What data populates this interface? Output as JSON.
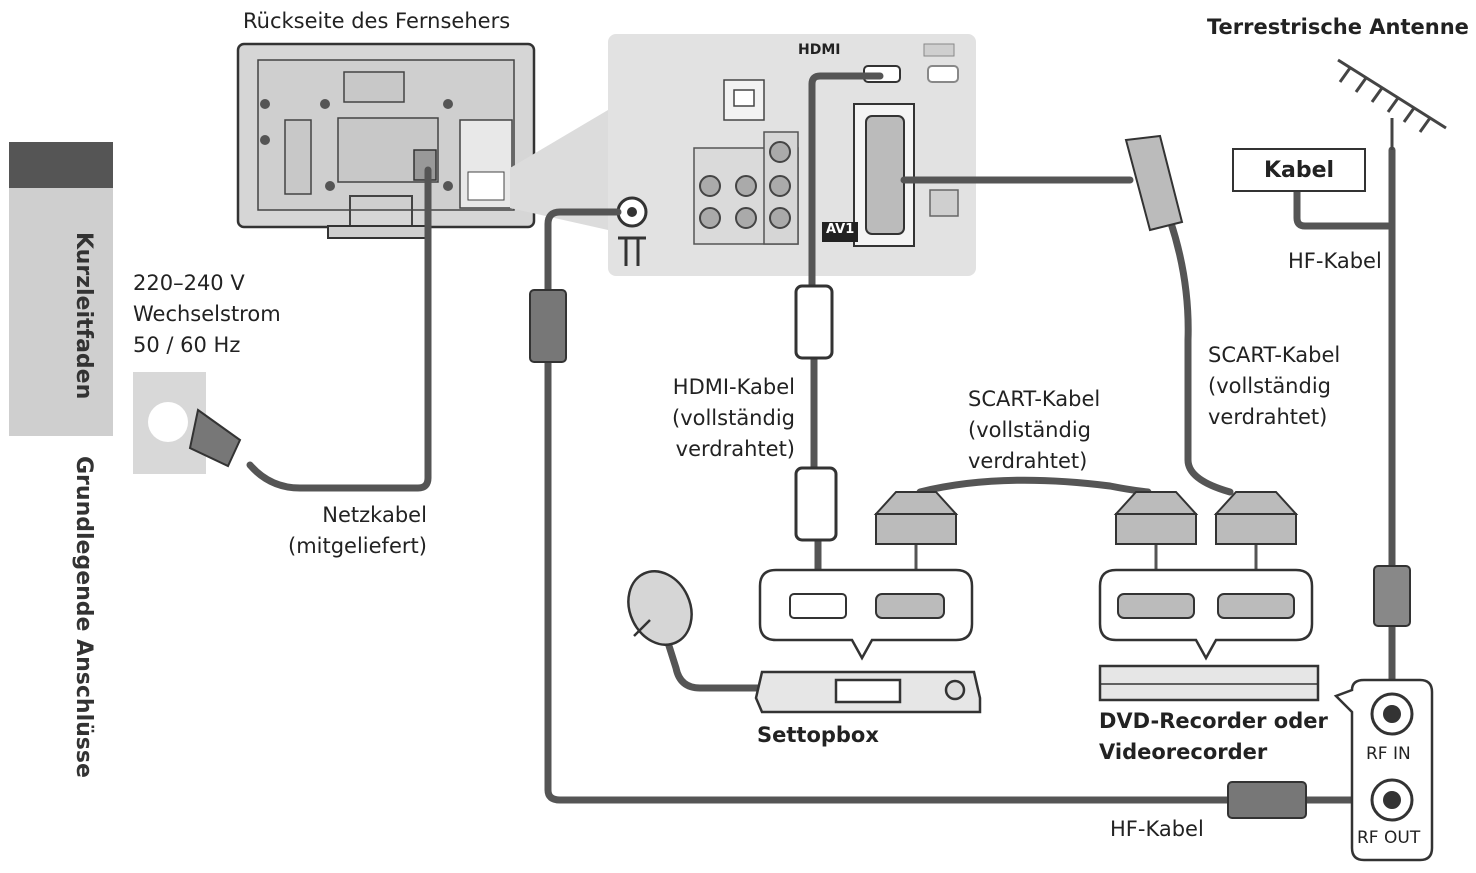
{
  "labels": {
    "tv_back": "Rückseite des Fernsehers",
    "antenna": "Terrestrische Antenne",
    "cable_box": "Kabel",
    "hf_cable_top": "HF-Kabel",
    "power": [
      "220–240 V",
      "Wechselstrom",
      "50 / 60 Hz"
    ],
    "mains_cable": [
      "Netzkabel",
      "(mitgeliefert)"
    ],
    "hdmi_cable": [
      "HDMI-Kabel",
      "(vollständig",
      "verdrahtet)"
    ],
    "scart_cable_middle": [
      "SCART-Kabel",
      "(vollständig",
      "verdrahtet)"
    ],
    "scart_cable_right": [
      "SCART-Kabel",
      "(vollständig",
      "verdrahtet)"
    ],
    "settopbox": "Settopbox",
    "dvd_recorder": [
      "DVD-Recorder oder",
      "Videorecorder"
    ],
    "rf_in": "RF IN",
    "rf_out": "RF OUT",
    "hf_cable_bottom": "HF-Kabel",
    "av1": "AV1"
  },
  "side_tabs": {
    "quick_guide": "Kurzleitfaden",
    "basic_connections": "Grundlegende Anschlüsse"
  },
  "colors": {
    "cable": "#555555",
    "panel": "#e2e2e2",
    "tab_dark": "#555555",
    "tab_light": "#cfcfcf"
  }
}
